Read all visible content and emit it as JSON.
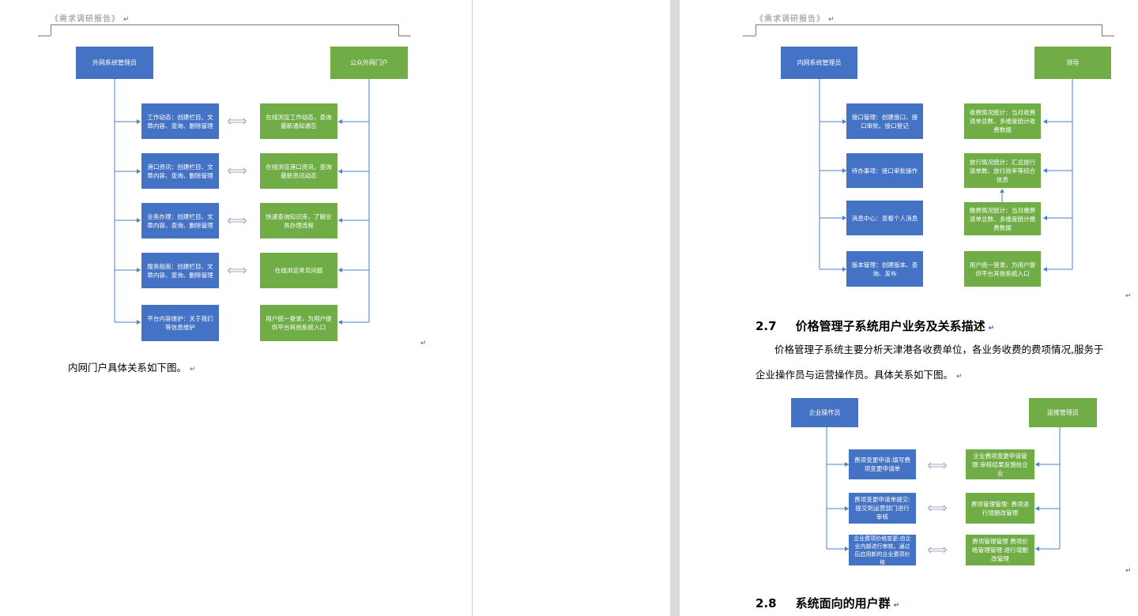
{
  "header_text": "《需求调研报告》",
  "page1": {
    "diagram": {
      "left_head": "外网系统管理员",
      "right_head": "公众外网门户",
      "left_boxes": [
        "工作动态：创建栏目、文章内容、查询、删除管理",
        "港口资讯：创建栏目、文章内容、查询、删除管理",
        "业务办理：创建栏目、文章内容、查询、删除管理",
        "服务指南：创建栏目、文章内容、查询、删除管理",
        "平台内容维护：关于我们等信息维护"
      ],
      "right_boxes": [
        "在线浏览工作动态，查询最新通知通告",
        "在线浏览港口资讯，查询最新资讯动态",
        "快速查询知识库，了解业务办理流程",
        "在线浏览常见问题",
        "用户统一登录，为用户提供平台其他系统入口"
      ]
    },
    "caption": "内网门户具体关系如下图。"
  },
  "page2": {
    "diagram1": {
      "left_head": "内网系统管理员",
      "right_head": "领导",
      "left_boxes": [
        "接口管理：创建接口、接口审批、接口登记",
        "待办事项：接口审批操作",
        "消息中心：查看个人消息",
        "版本管理：创建版本、查询、发布"
      ],
      "right_boxes": [
        "收费情况统计：当月收费清单总数、多维度统计收费数据",
        "放行情况统计：汇总放行清单数、放行效率等综合信息",
        "缴费情况统计：当月缴费清单总数、多维度统计缴费数据",
        "用户统一登录，为用户提供平台其他系统入口"
      ]
    },
    "section27": {
      "num": "2.7",
      "title": "价格管理子系统用户业务及关系描述",
      "para_line1": "价格管理子系统主要分析天津港各收费单位，各业务收费的费项情况,服务于",
      "para_line2": "企业操作员与运营操作员。具体关系如下图。"
    },
    "diagram2": {
      "left_head": "企业操作员",
      "right_head": "运维管理员",
      "left_boxes": [
        "费项变更申请:填写费项变更申请单",
        "费项变更申请单提交:提交到运营部门进行审核",
        "企业费项价格变更:由企业内部进行审核，通过后启用新的企业费项价格"
      ],
      "right_boxes": [
        "企业费项变更申请管理:审核结果反馈给企业",
        "费项管理管理: 费项进行增删改管理",
        "费项管理管理 费项价格管理管理:进行增删改管理"
      ]
    },
    "section28": {
      "num": "2.8",
      "title": "系统面向的用户群"
    }
  },
  "colors": {
    "blue": "#4472c4",
    "green": "#70ad47",
    "gap": "#d9d9d9",
    "return_mark": "#2b63d8"
  }
}
